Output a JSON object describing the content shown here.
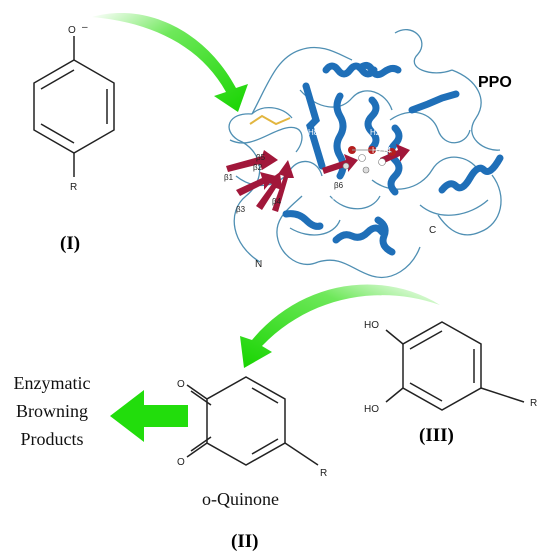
{
  "labels": {
    "compound_1": "(I)",
    "compound_2": "(II)",
    "compound_3": "(III)",
    "enzyme": "PPO",
    "quinone": "o-Quinone",
    "products_line1": "Enzymatic",
    "products_line2": "Browning",
    "products_line3": "Products"
  },
  "atoms": {
    "phenolate_o": "O",
    "phenolate_charge": "–",
    "r1": "R",
    "r2": "R",
    "r3": "R",
    "quinone_o1": "O",
    "quinone_o2": "O",
    "catechol_oh1": "HO",
    "catechol_oh2": "HO"
  },
  "protein": {
    "n_term": "N",
    "c_term": "C",
    "residues": [
      "H88",
      "H244",
      "C92",
      "H274",
      "H240",
      "H109"
    ],
    "strands": [
      "β1",
      "β2",
      "β3",
      "β4",
      "β5",
      "β6"
    ]
  },
  "colors": {
    "arrow_green": "#22dd0c",
    "helix_blue": "#1f6fb8",
    "sheet_red": "#a1173a",
    "loop_blue": "#4f8fb3"
  }
}
